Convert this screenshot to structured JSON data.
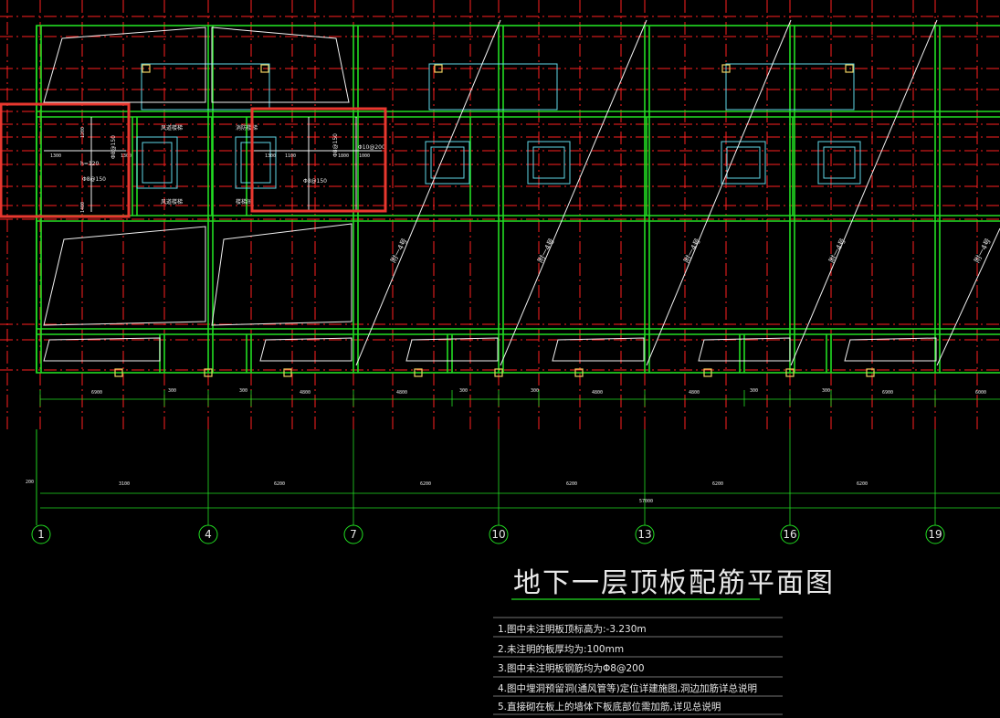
{
  "drawing": {
    "title": "地下一层顶板配筋平面图",
    "total_dimension": "57000",
    "left_offset": "200",
    "axis_labels": [
      "1",
      "4",
      "7",
      "10",
      "13",
      "16",
      "19"
    ],
    "overall_spans": [
      "3100",
      "6200",
      "6200",
      "6200",
      "6200",
      "6200"
    ],
    "bay_dims": [
      "6900",
      "300",
      "300",
      "4800",
      "4800",
      "300",
      "300",
      "4800",
      "4800",
      "300",
      "300",
      "6900",
      "6000"
    ],
    "slab_labels": [
      "附一4号",
      "附一4号",
      "附一4号",
      "附一4号",
      "附一4号"
    ],
    "left_box": {
      "dims": [
        "1300",
        "1300",
        "1200",
        "1400"
      ],
      "h_label": "h=120",
      "rebar": [
        "Φ8@150",
        "Φ8@150"
      ]
    },
    "mid_box": {
      "dims": [
        "1300",
        "1100",
        "1800",
        "1000"
      ],
      "rebar": [
        "Φ8@150",
        "Φ10@200",
        "Φ8@150"
      ]
    },
    "stair_labels": [
      "风道楼梯",
      "风道楼梯",
      "消防楼梯",
      "楼梯间"
    ],
    "notes": [
      "1.图中未注明板顶标高为:-3.230m",
      "2.未注明的板厚均为:100mm",
      "3.图中未注明板钢筋均为Φ8@200",
      "4.图中埋洞预留洞(通风管等)定位详建施图,洞边加筋详总说明",
      "5.直接砌在板上的墙体下板底部位需加筋,详见总说明"
    ],
    "colors": {
      "background": "#000000",
      "grid": "#ff2020",
      "beam": "#22dd22",
      "wall": "#5fd8e8",
      "column": "#f0d060",
      "text": "#e8e8e8",
      "highlight": "#e8382f"
    }
  }
}
